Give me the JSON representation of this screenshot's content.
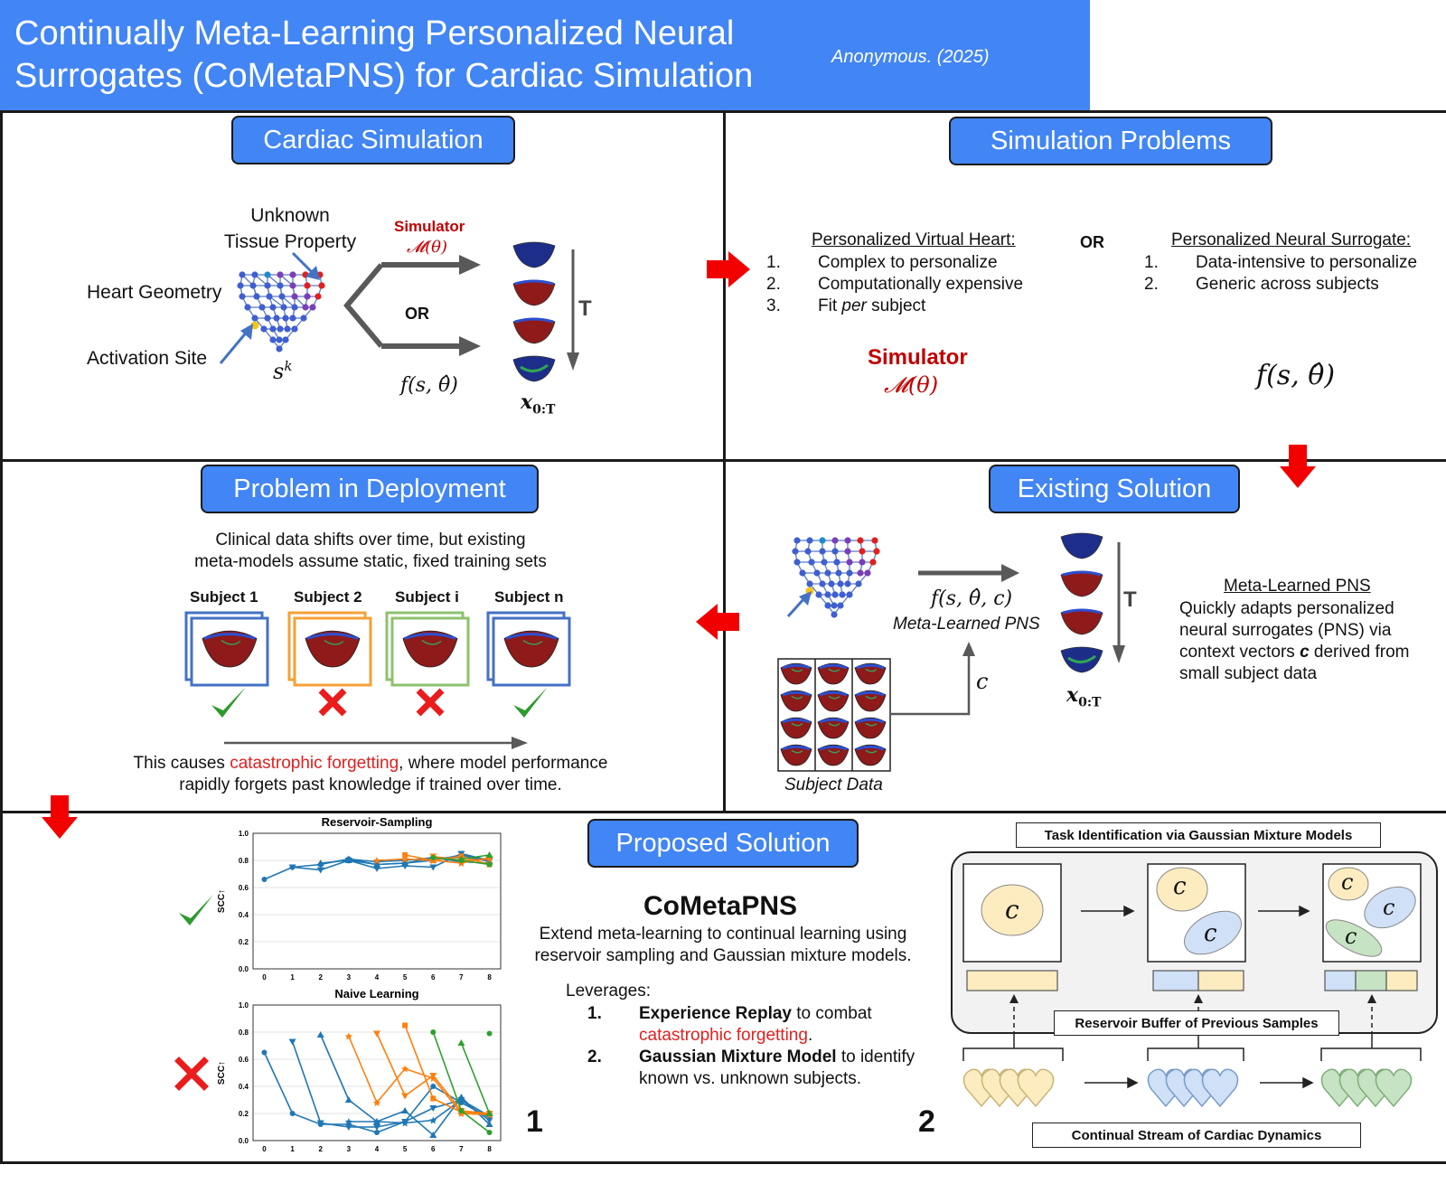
{
  "header": {
    "title": "Continually Meta-Learning Personalized Neural Surrogates (CoMetaPNS) for Cardiac Simulation",
    "author": "Anonymous. (2025)"
  },
  "cardiac_simulation": {
    "pill": "Cardiac Simulation",
    "unknown_line1": "Unknown",
    "unknown_line2": "Tissue Property",
    "heart_geometry": "Heart Geometry",
    "activation_site": "Activation Site",
    "sk": "s",
    "sk_sup": "k",
    "simulator": "Simulator",
    "simulator_math": "𝓜(θ)",
    "or": "OR",
    "f_math": "f(s, θ̂)",
    "T": "T",
    "x_label": "x",
    "x_sub": "0:T"
  },
  "simulation_problems": {
    "pill": "Simulation Problems",
    "pvh_title": "Personalized Virtual Heart:",
    "pvh_items": [
      {
        "n": "1.",
        "text": "Complex to personalize"
      },
      {
        "n": "2.",
        "text": "Computationally expensive"
      },
      {
        "n": "3.",
        "text_pre": "Fit ",
        "text_em": "per",
        "text_post": " subject"
      }
    ],
    "or": "OR",
    "pns_title": "Personalized Neural Surrogate:",
    "pns_items": [
      {
        "n": "1.",
        "text": "Data-intensive to personalize"
      },
      {
        "n": "2.",
        "text": "Generic across subjects"
      }
    ],
    "simulator": "Simulator",
    "simulator_math": "𝓜(θ)",
    "f_math": "f(s, θ̂)"
  },
  "problem_deployment": {
    "pill": "Problem in Deployment",
    "intro_line1": "Clinical data shifts over time, but existing",
    "intro_line2": "meta-models assume static, fixed training sets",
    "subjects": [
      {
        "label": "Subject 1",
        "color": "#4472c4",
        "ok": true
      },
      {
        "label": "Subject 2",
        "color": "#f5a035",
        "ok": false
      },
      {
        "label": "Subject i",
        "color": "#8dc26f",
        "ok": false
      },
      {
        "label": "Subject n",
        "color": "#4472c4",
        "ok": true
      }
    ],
    "footer_pre": "This causes ",
    "footer_red": "catastrophic forgetting",
    "footer_post": ", where model performance",
    "footer_line2": "rapidly forgets past knowledge if trained over time."
  },
  "existing_solution": {
    "pill": "Existing Solution",
    "f_math": "f(s, θ̂, c)",
    "meta_label": "Meta-Learned PNS",
    "c_label": "c",
    "T": "T",
    "x_label": "x",
    "x_sub": "0:T",
    "subject_data": "Subject Data",
    "desc_title": "Meta-Learned PNS",
    "desc_line1": "Quickly adapts personalized",
    "desc_line2": "neural surrogates (PNS) via",
    "desc_line3_pre": "context vectors ",
    "desc_line3_em": "c",
    "desc_line3_post": " derived from",
    "desc_line4": "small subject data"
  },
  "proposed_solution": {
    "pill": "Proposed Solution",
    "name": "CoMetaPNS",
    "desc_line1": "Extend meta-learning to continual learning using",
    "desc_line2": "reservoir sampling and Gaussian mixture models.",
    "leverages": "Leverages:",
    "item1_n": "1.",
    "item1_bold": "Experience Replay",
    "item1_rest": " to combat",
    "item1_red": "catastrophic forgetting",
    "item1_end": ".",
    "item2_n": "2.",
    "item2_bold": "Gaussian Mixture Model",
    "item2_rest": " to identify",
    "item2_line2": "known vs. unknown subjects.",
    "fig1_num": "1",
    "fig2_num": "2",
    "gmm_title": "Task Identification via Gaussian Mixture Models",
    "c": "c",
    "reservoir": "Reservoir Buffer of Previous Samples",
    "stream": "Continual Stream of Cardiac Dynamics"
  },
  "chart_data": [
    {
      "type": "line",
      "title": "Reservoir-Sampling",
      "ylabel": "SCC↑",
      "xlabel": "",
      "x_ticks": [
        "0",
        "1",
        "2",
        "3",
        "4",
        "5",
        "6",
        "7",
        "8"
      ],
      "y_ticks": [
        "0.0",
        "0.2",
        "0.4",
        "0.6",
        "0.8",
        "1.0"
      ],
      "xlim": [
        -0.4,
        8.4
      ],
      "ylim": [
        0,
        1.0
      ],
      "grid": true,
      "series": [
        {
          "color": "#1f77b4",
          "marker": "circle",
          "x": [
            0,
            1,
            2,
            3,
            4,
            5,
            6,
            7,
            8
          ],
          "y": [
            0.66,
            0.75,
            0.77,
            0.81,
            0.79,
            0.8,
            0.82,
            0.82,
            0.81
          ]
        },
        {
          "color": "#1f77b4",
          "marker": "triangle-down",
          "x": [
            1,
            2,
            3,
            4,
            5,
            6,
            7,
            8
          ],
          "y": [
            0.75,
            0.73,
            0.8,
            0.74,
            0.76,
            0.75,
            0.85,
            0.8
          ]
        },
        {
          "color": "#1f77b4",
          "marker": "triangle-up",
          "x": [
            2,
            3,
            4,
            5,
            6,
            7,
            8
          ],
          "y": [
            0.78,
            0.8,
            0.77,
            0.78,
            0.8,
            0.84,
            0.79
          ]
        },
        {
          "color": "#1f77b4",
          "marker": "star",
          "x": [
            3,
            4,
            5,
            6,
            7,
            8
          ],
          "y": [
            0.81,
            0.77,
            0.78,
            0.82,
            0.79,
            0.78
          ]
        },
        {
          "color": "#ff7f0e",
          "marker": "star",
          "x": [
            4,
            5,
            6,
            7,
            8
          ],
          "y": [
            0.8,
            0.81,
            0.8,
            0.78,
            0.82
          ]
        },
        {
          "color": "#ff7f0e",
          "marker": "square",
          "x": [
            5,
            6,
            7,
            8
          ],
          "y": [
            0.84,
            0.8,
            0.83,
            0.77
          ]
        },
        {
          "color": "#ff7f0e",
          "marker": "triangle-down",
          "x": [
            6,
            7,
            8
          ],
          "y": [
            0.83,
            0.8,
            0.81
          ]
        },
        {
          "color": "#2ca02c",
          "marker": "circle",
          "x": [
            6,
            7,
            8
          ],
          "y": [
            0.82,
            0.8,
            0.77
          ]
        },
        {
          "color": "#2ca02c",
          "marker": "triangle-up",
          "x": [
            7,
            8
          ],
          "y": [
            0.81,
            0.84
          ]
        }
      ]
    },
    {
      "type": "line",
      "title": "Naive Learning",
      "ylabel": "SCC↑",
      "xlabel": "",
      "x_ticks": [
        "0",
        "1",
        "2",
        "3",
        "4",
        "5",
        "6",
        "7",
        "8"
      ],
      "y_ticks": [
        "0.0",
        "0.2",
        "0.4",
        "0.6",
        "0.8",
        "1.0"
      ],
      "xlim": [
        -0.4,
        8.4
      ],
      "ylim": [
        0,
        1.0
      ],
      "grid": true,
      "series": [
        {
          "color": "#1f77b4",
          "marker": "circle",
          "x": [
            0,
            1,
            2,
            3,
            4,
            5,
            6,
            7,
            8
          ],
          "y": [
            0.65,
            0.2,
            0.12,
            0.12,
            0.06,
            0.14,
            0.4,
            0.28,
            0.17
          ]
        },
        {
          "color": "#1f77b4",
          "marker": "triangle-down",
          "x": [
            1,
            2,
            3,
            4,
            5,
            6,
            7,
            8
          ],
          "y": [
            0.73,
            0.13,
            0.1,
            0.1,
            0.14,
            0.24,
            0.3,
            0.15
          ]
        },
        {
          "color": "#1f77b4",
          "marker": "triangle-up",
          "x": [
            2,
            3,
            4,
            5,
            6,
            7,
            8
          ],
          "y": [
            0.78,
            0.3,
            0.14,
            0.22,
            0.04,
            0.32,
            0.12
          ]
        },
        {
          "color": "#1f77b4",
          "marker": "star",
          "x": [
            3,
            4,
            5,
            6,
            7,
            8
          ],
          "y": [
            0.14,
            0.14,
            0.13,
            0.15,
            0.3,
            0.18
          ]
        },
        {
          "color": "#ff7f0e",
          "marker": "star",
          "x": [
            3,
            4,
            5,
            6,
            7,
            8
          ],
          "y": [
            0.77,
            0.28,
            0.53,
            0.46,
            0.2,
            0.19
          ]
        },
        {
          "color": "#ff7f0e",
          "marker": "square",
          "x": [
            5,
            6,
            7,
            8
          ],
          "y": [
            0.85,
            0.31,
            0.21,
            0.2
          ]
        },
        {
          "color": "#ff7f0e",
          "marker": "triangle-down",
          "x": [
            4,
            5,
            6,
            7,
            8
          ],
          "y": [
            0.79,
            0.33,
            0.48,
            0.22,
            0.2
          ]
        },
        {
          "color": "#2ca02c",
          "marker": "circle",
          "x": [
            6,
            7,
            8
          ],
          "y": [
            0.8,
            0.22,
            0.06
          ]
        },
        {
          "color": "#2ca02c",
          "marker": "triangle-up",
          "x": [
            7,
            8
          ],
          "y": [
            0.72,
            0.2
          ]
        },
        {
          "color": "#2ca02c",
          "marker": "circle",
          "x": [
            8
          ],
          "y": [
            0.79
          ]
        }
      ]
    }
  ]
}
